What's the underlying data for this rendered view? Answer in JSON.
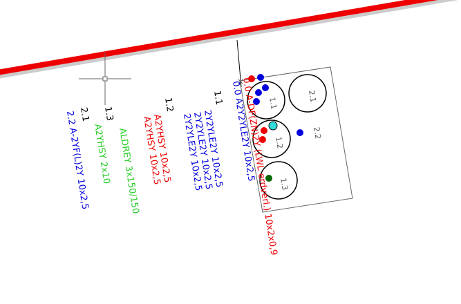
{
  "colors": {
    "background": "#ffffff",
    "red": "#ee0000",
    "blue": "#0000dd",
    "green": "#22cc22",
    "dark_green": "#006600",
    "cyan": "#33dddd",
    "black": "#000000",
    "dark_gray": "#555555",
    "gray_line": "#666666",
    "road_shadow": "#cccccc"
  },
  "annotations": {
    "red_top": "0.0 A-DF(ZN)2Y (LWL erdverl.) 10x2x0,9",
    "blue_top": "0.0 A2Y2YLE2Y 10x2,5",
    "label_1_1": "1.1",
    "cable_1_1_a": "2Y2YLE2Y 10x2,5",
    "cable_1_1_b": "2Y2YLE2Y 10x2,5",
    "cable_1_1_c": "2Y2YLE2Y 10x2,5",
    "label_1_2": "1.2",
    "cable_1_2_a": "A2YHSY 10x2,5",
    "cable_1_2_b": "A2YHSY 10x2,5",
    "cable_aldrey": "ALDREY 3x150/150",
    "label_1_3": "1.3",
    "cable_1_3": "A2YHSY 2x10",
    "label_2_1": "2.1",
    "cable_2_2": "2.2 A-2YF(L)2Y 10x2,5"
  },
  "ducts": {
    "d_1_1": "1.1",
    "d_2_1": "2.1",
    "d_1_2": "1.2",
    "d_2_2": "2.2",
    "d_1_3": "1.3"
  }
}
